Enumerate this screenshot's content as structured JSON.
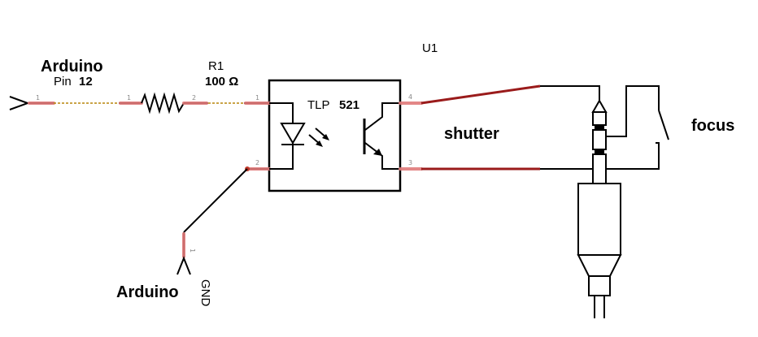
{
  "labels": {
    "arduino_top": "Arduino",
    "pin_word": "Pin",
    "pin_num": "12",
    "r1_ref": "R1",
    "r1_value": "100 Ω",
    "u1_ref": "U1",
    "tlp_name": "TLP",
    "tlp_num": "521",
    "shutter": "shutter",
    "focus": "focus",
    "arduino_bottom": "Arduino",
    "gnd": "GND"
  },
  "pins": {
    "j1_pin": "1",
    "r1_pin1": "1",
    "r1_pin2": "2",
    "u1_pin1": "1",
    "u1_pin2": "2",
    "u1_pin3": "3",
    "u1_pin4": "4",
    "gnd_pin": "1"
  },
  "colors": {
    "wire_red": "#9a1b1b",
    "pad_highlight": "#e07a7a",
    "dotted_wire": "#b8860b",
    "ink": "#000000"
  }
}
